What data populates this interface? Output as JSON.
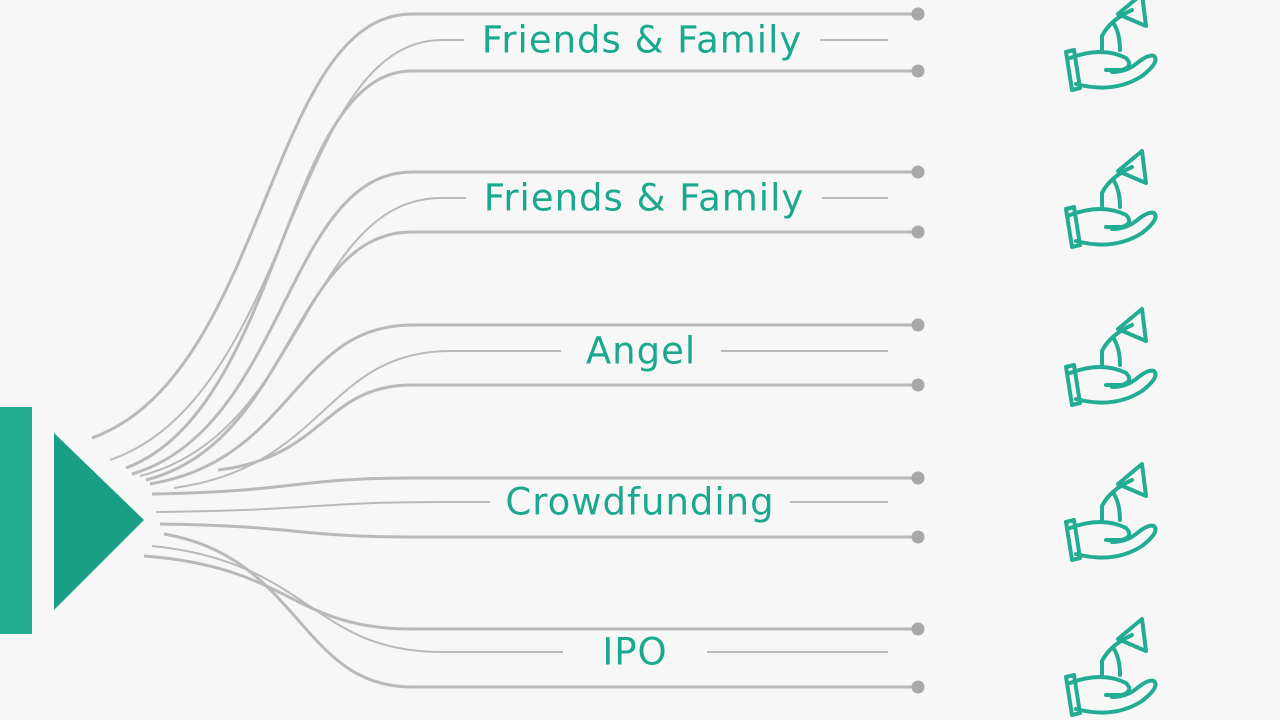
{
  "colors": {
    "accent": "#22ad93",
    "accent_dark": "#199f86",
    "line": "#b9b9b9",
    "dot": "#a8a8a8",
    "background": "#f7f7f7"
  },
  "stages": [
    {
      "label": "Friends & Family",
      "icon": "hand-with-up-arrow-icon"
    },
    {
      "label": "Friends & Family",
      "icon": "hand-with-up-arrow-icon"
    },
    {
      "label": "Angel",
      "icon": "hand-with-up-arrow-icon"
    },
    {
      "label": "Crowdfunding",
      "icon": "hand-with-up-arrow-icon"
    },
    {
      "label": "IPO",
      "icon": "hand-with-up-arrow-icon"
    }
  ]
}
